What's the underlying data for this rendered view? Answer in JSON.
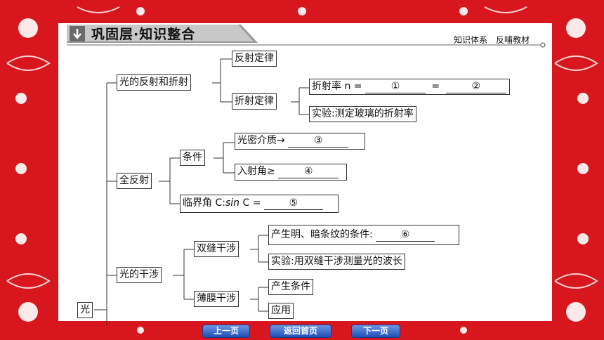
{
  "header": {
    "title": "巩固层·知识整合",
    "subtitle": "知识体系　反哺教材"
  },
  "tree": {
    "root": "光",
    "reflection": {
      "label": "光的反射和折射",
      "law_reflection": "反射定律",
      "law_refraction": "折射定律",
      "index_prefix": "折射率 n =",
      "index_blank1": "①",
      "index_eq": "=",
      "index_blank2": "②",
      "experiment": "实验:测定玻璃的折射率"
    },
    "total_reflection": {
      "label": "全反射",
      "conditions": "条件",
      "dense_prefix": "光密介质→",
      "dense_blank": "③",
      "angle_prefix": "入射角≥",
      "angle_blank": "④",
      "critical_prefix": "临界角 C:",
      "critical_sin": "sin",
      "critical_suffix": " C =",
      "critical_blank": "⑤"
    },
    "interference": {
      "label": "光的干涉",
      "double_slit": "双缝干涉",
      "fringe_prefix": "产生明、暗条纹的条件:",
      "fringe_blank": "⑥",
      "wavelength_exp": "实验:用双缝干涉测量光的波长",
      "thin_film": "薄膜干涉",
      "produce_cond": "产生条件",
      "application": "应用"
    }
  },
  "nav": {
    "prev": "上一页",
    "home": "返回首页",
    "next": "下一页"
  },
  "colors": {
    "frame": "#d8161e",
    "nav_button": "#2a5cc4"
  }
}
